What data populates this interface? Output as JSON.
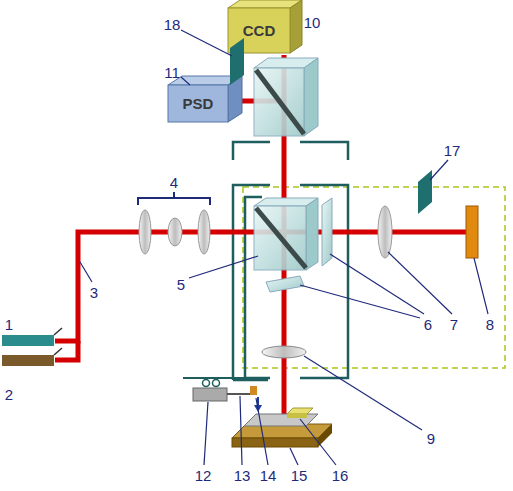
{
  "diagram": {
    "nodes": [
      {
        "text": [
          "CCD"
        ]
      },
      {
        "text": [
          "PSD"
        ]
      }
    ],
    "labels": [
      "18",
      "10",
      "11",
      "4",
      "3",
      "17",
      "5",
      "6",
      "7",
      "8",
      "1",
      "2",
      "9",
      "12",
      "13",
      "14",
      "15",
      "16"
    ]
  }
}
